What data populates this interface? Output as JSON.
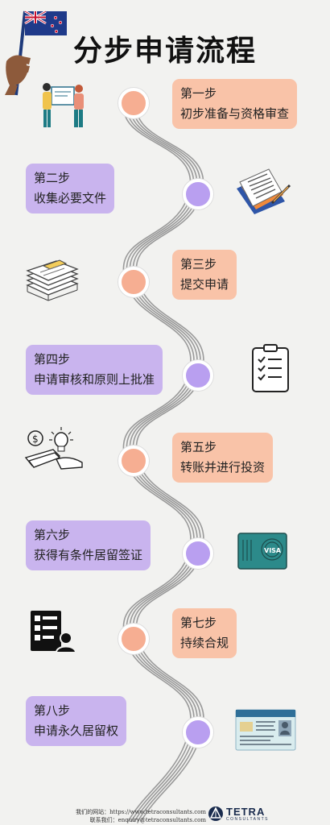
{
  "title": "分步申请流程",
  "steps": [
    {
      "num": "第一步",
      "text": "初步准备与资格审查"
    },
    {
      "num": "第二步",
      "text": "收集必要文件"
    },
    {
      "num": "第三步",
      "text": "提交申请"
    },
    {
      "num": "第四步",
      "text": "申请审核和原则上批准"
    },
    {
      "num": "第五步",
      "text": "转账并进行投资"
    },
    {
      "num": "第六步",
      "text": "获得有条件居留签证"
    },
    {
      "num": "第七步",
      "text": "持续合规"
    },
    {
      "num": "第八步",
      "text": "申请永久居留权"
    }
  ],
  "footer": {
    "website": "我们的网站：https://www.tetraconsultants.com",
    "contact": "联系我们：enquiry@tetraconsultants.com",
    "brand": "TETRA",
    "brand_sub": "CONSULTANTS"
  },
  "visa_stamp": "VISA",
  "colors": {
    "peach": "#f9c3a8",
    "lavender": "#c9b4ee",
    "background": "#f2f2f0"
  }
}
